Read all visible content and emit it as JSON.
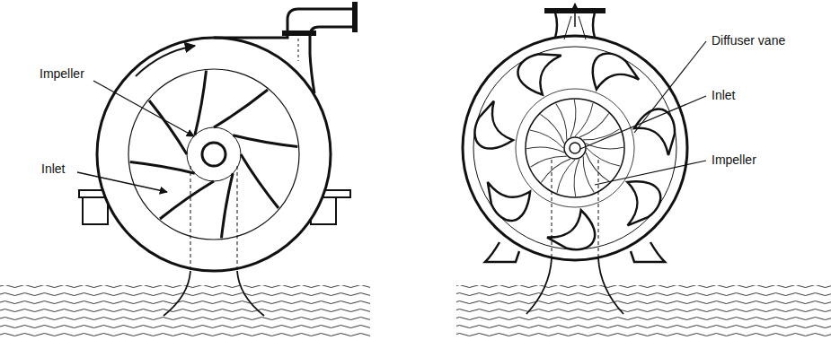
{
  "diagram": {
    "labels": [
      "Impeller",
      "Inlet",
      "Diffuser vane",
      "Inlet",
      "Impeller"
    ]
  }
}
